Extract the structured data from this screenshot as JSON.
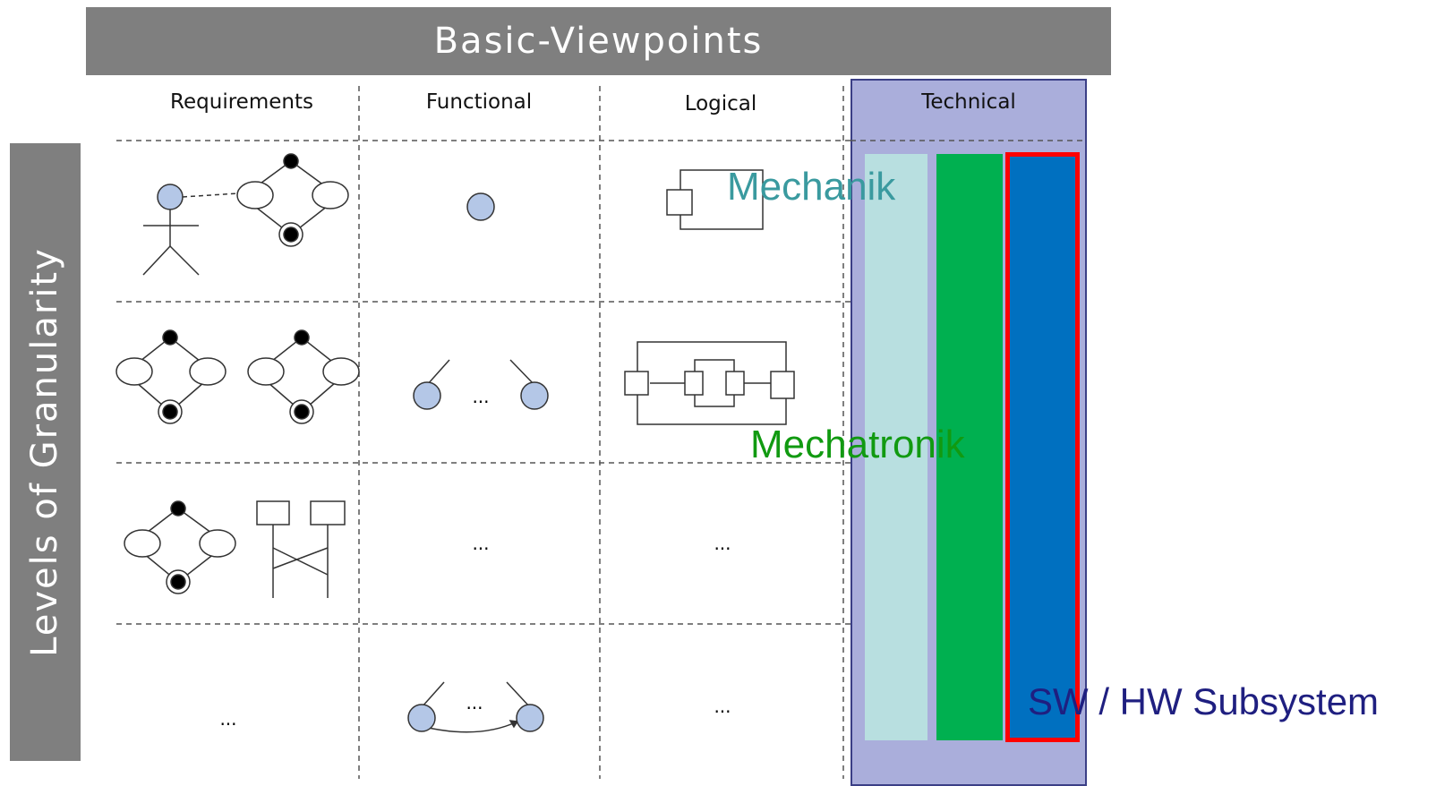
{
  "title": "Basic-Viewpoints",
  "side_label": "Levels of Granularity",
  "columns": {
    "requirements": "Requirements",
    "functional": "Functional",
    "logical": "Logical",
    "technical": "Technical"
  },
  "ellipsis": "...",
  "overlay_labels": {
    "mechanik": "Mechanik",
    "mechatronik": "Mechatronik",
    "subsystem": "SW / HW Subsystem"
  },
  "colors": {
    "header_gray": "#7f7f7f",
    "technical_panel": "#aaaedb",
    "mechanik_stripe": "#b8dfe0",
    "mechatronik_stripe": "#00b050",
    "subsystem_stripe": "#0070c0",
    "highlight_red": "#ff0000",
    "node_blue": "#b4c7e7"
  }
}
